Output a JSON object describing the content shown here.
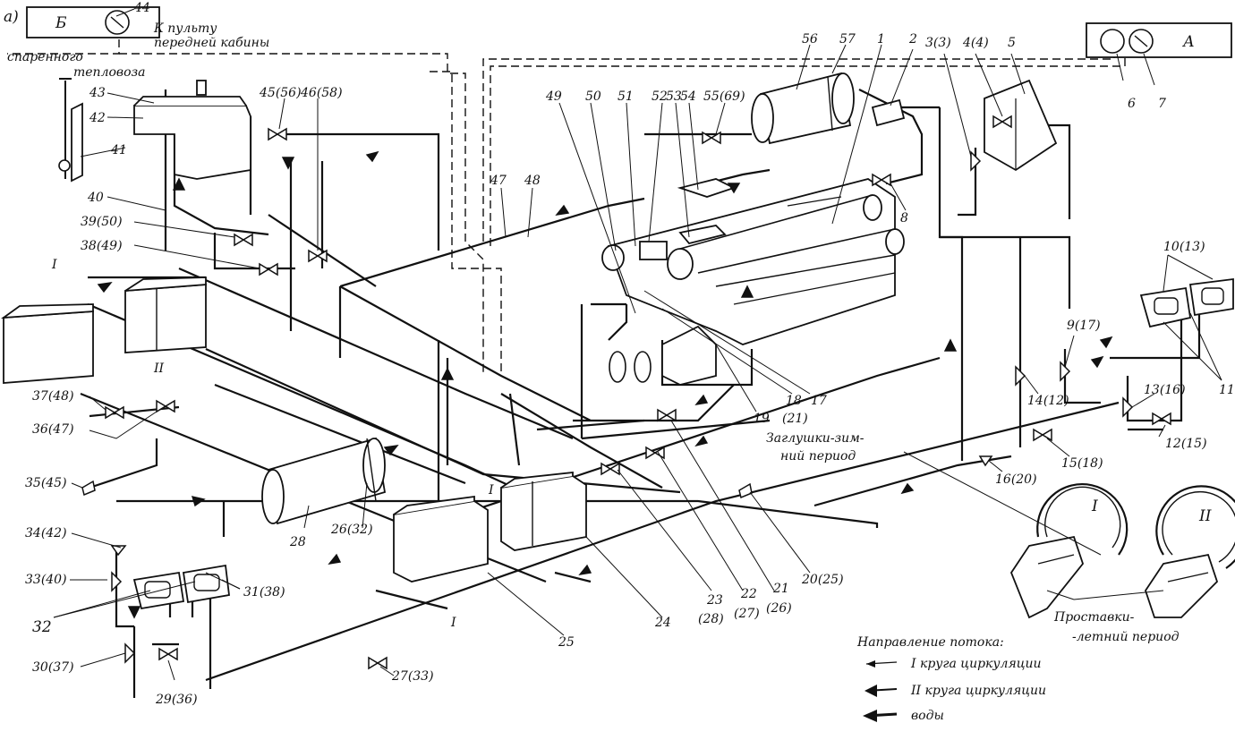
{
  "figure_letter": "а)",
  "blocks": {
    "b_label": "Б",
    "a_label": "А"
  },
  "captions": {
    "panel_line1": "К пульту",
    "panel_line2": "передней кабины",
    "coupled_line1": "спаренного",
    "coupled_line2": "тепловоза"
  },
  "notes": {
    "plugs_line1": "Заглушки-зим-",
    "plugs_line2": "ний период",
    "spacers_line1": "Проставки-",
    "spacers_line2": "-летний период"
  },
  "circle_labels": {
    "c1": "I",
    "c2": "II"
  },
  "legend": {
    "title": "Направление потока:",
    "item1": "I круга циркуляции",
    "item2": "II круга  циркуляции",
    "item3": "воды"
  },
  "markers": {
    "m1": "I",
    "m2": "II",
    "m3": "I",
    "m4": "I"
  },
  "parts": [
    "44",
    "43",
    "42",
    "41",
    "40",
    "39(50)",
    "38(49)",
    "37(48)",
    "36(47)",
    "35(45)",
    "34(42)",
    "33(40)",
    "32",
    "31(38)",
    "30(37)",
    "29(36)",
    "28",
    "26(32)",
    "27(33)",
    "25",
    "24",
    "23",
    "(28)",
    "22",
    "(27)",
    "21",
    "(26)",
    "20(25)",
    "19",
    "18",
    "(21)",
    "17",
    "16(20)",
    "15(18)",
    "14(12)",
    "13(16)",
    "12(15)",
    "11",
    "10(13)",
    "9(17)",
    "8",
    "7",
    "6",
    "5",
    "4(4)",
    "3(3)",
    "2",
    "1",
    "57",
    "56",
    "55(69)",
    "54",
    "53",
    "52",
    "51",
    "50",
    "49",
    "48",
    "47",
    "46(58)",
    "45(56)"
  ]
}
